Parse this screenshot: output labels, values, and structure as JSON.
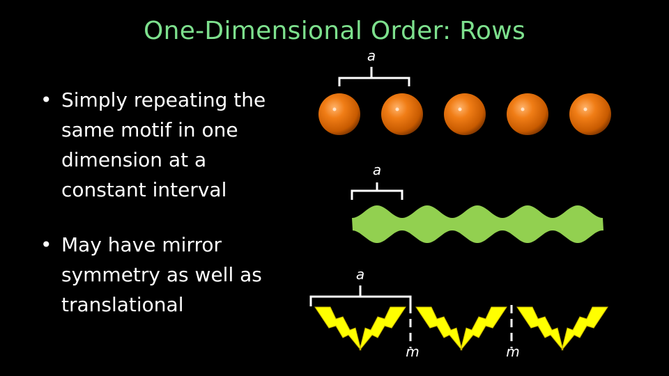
{
  "slide": {
    "title": "One-Dimensional Order: Rows",
    "bullets": [
      {
        "marker": "•",
        "text": "Simply repeating the same motif in one dimension at a constant interval"
      },
      {
        "marker": "•",
        "text": "May have mirror symmetry as well as translational"
      }
    ]
  },
  "diagram": {
    "sphere_row": {
      "period_label": "a",
      "sphere_count": 5,
      "sphere_color": "#e8780f"
    },
    "wave_band": {
      "period_label": "a",
      "color": "#92d050"
    },
    "bolt_row": {
      "period_label": "a",
      "mirror_labels": [
        "m",
        "m"
      ],
      "bolt_color": "#ffff00"
    }
  }
}
